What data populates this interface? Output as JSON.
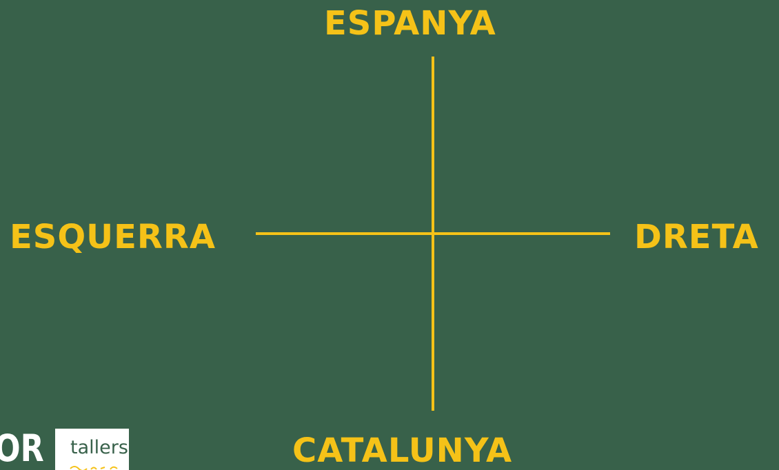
{
  "labels": {
    "top": "ESPANYA",
    "left": "ESQUERRA",
    "right": "DRETA",
    "bottom": "CATALUNYA"
  },
  "logos": {
    "mark_text": "OR",
    "box_text": "tallers"
  },
  "colors": {
    "background": "#38614a",
    "accent": "#f5c218",
    "logo": "#ffffff"
  }
}
